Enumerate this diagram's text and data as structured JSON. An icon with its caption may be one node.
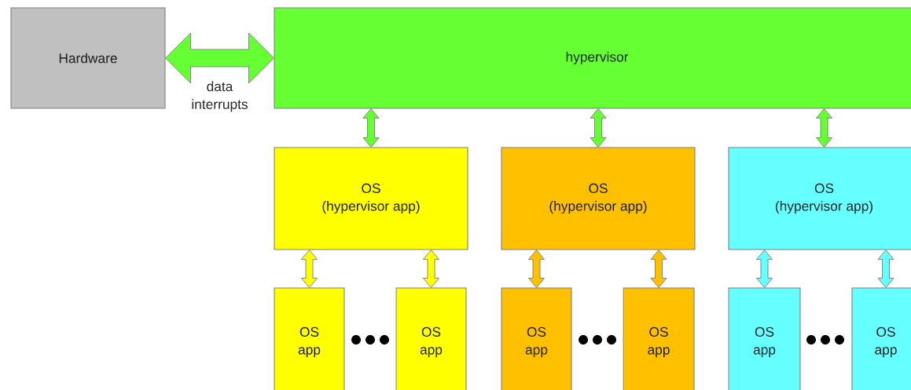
{
  "diagram": {
    "nodes": [
      {
        "text": [
          "Hardware"
        ]
      },
      {
        "text": [
          "hypervisor"
        ]
      },
      {
        "text": [
          "OS",
          "(hypervisor app)"
        ]
      },
      {
        "text": [
          "OS",
          "(hypervisor app)"
        ]
      },
      {
        "text": [
          "OS",
          "(hypervisor app)"
        ]
      },
      {
        "text": [
          "OS app"
        ]
      },
      {
        "text": [
          "OS app"
        ]
      },
      {
        "text": [
          "OS app"
        ]
      },
      {
        "text": [
          "OS app"
        ]
      },
      {
        "text": [
          "OS app"
        ]
      },
      {
        "text": [
          "OS app"
        ]
      }
    ],
    "edges": [
      {
        "from": 0,
        "to": 1,
        "arrow": "both",
        "label": "data interrupts",
        "style": "thick",
        "color": "#66ff33"
      },
      {
        "from": 1,
        "to": 2,
        "arrow": "both",
        "color": "#66ff33"
      },
      {
        "from": 1,
        "to": 3,
        "arrow": "both",
        "color": "#66ff33"
      },
      {
        "from": 1,
        "to": 4,
        "arrow": "both",
        "color": "#66ff33"
      },
      {
        "from": 2,
        "to": 5,
        "arrow": "both",
        "color": "#ffff00"
      },
      {
        "from": 2,
        "to": 6,
        "arrow": "both",
        "color": "#ffff00"
      },
      {
        "from": 3,
        "to": 7,
        "arrow": "both",
        "color": "#ffc000"
      },
      {
        "from": 3,
        "to": 8,
        "arrow": "both",
        "color": "#ffc000"
      },
      {
        "from": 4,
        "to": 9,
        "arrow": "both",
        "color": "#66ffff"
      },
      {
        "from": 4,
        "to": 10,
        "arrow": "both",
        "color": "#66ffff"
      }
    ]
  }
}
